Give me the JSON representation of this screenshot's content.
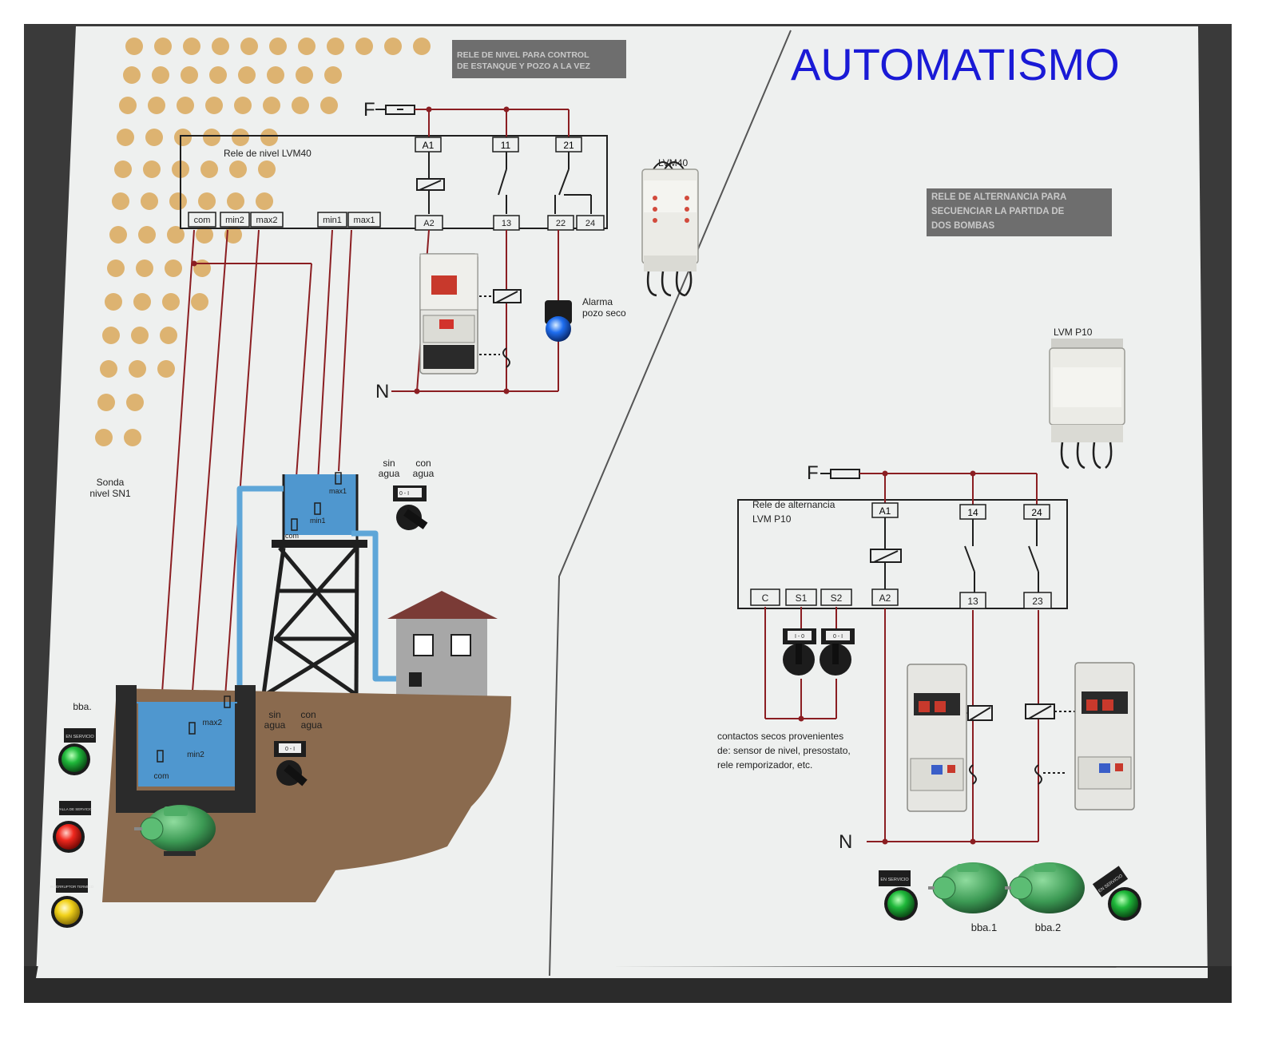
{
  "title": "AUTOMATISMO",
  "colors": {
    "title": "#1a1ad6",
    "wire": "#8b1e22",
    "line": "#1f1f1f",
    "pipe": "#5ea6d8",
    "water": "#4f97cf",
    "ground": "#8a6a4e",
    "dots": "#d9a85a",
    "board": "#eef0ef",
    "frame": "#3a3a3a",
    "led_green": "#1fb83a",
    "led_red": "#f0281e",
    "led_yellow": "#f2d21a",
    "led_blue": "#1f6ef0",
    "motor": "#3c9a54",
    "roof": "#7a3b36"
  },
  "left": {
    "placard": [
      "RELE DE NIVEL PARA CONTROL",
      "DE ESTANQUE Y POZO A LA VEZ"
    ],
    "supply_f": "F",
    "supply_n": "N",
    "relay_title": "Rele de nivel LVM40",
    "top_terminals": [
      "A1",
      "11",
      "21"
    ],
    "bottom_terminals": [
      "com",
      "min2",
      "max2",
      "min1",
      "max1",
      "A2",
      "13",
      "22",
      "24"
    ],
    "device_label": "LVM40",
    "alarm_label": [
      "Alarma",
      "pozo seco"
    ],
    "probe_label": [
      "Sonda",
      "nivel SN1"
    ],
    "tank_probes": [
      "max1",
      "min1",
      "com"
    ],
    "well_probes": [
      "max2",
      "min2",
      "com"
    ],
    "selector1": {
      "left": [
        "sin",
        "agua"
      ],
      "right": [
        "con",
        "agua"
      ],
      "plate": "0 - I"
    },
    "selector2": {
      "left": [
        "sin",
        "agua"
      ],
      "right": [
        "con",
        "agua"
      ],
      "plate": "0 - I"
    },
    "pump_label": "bba.",
    "lamp_plates": [
      "EN SERVICIO",
      "FALLA DE SERVICIO",
      "INTERRUPTOR TERMICO"
    ]
  },
  "right": {
    "placard": [
      "RELE DE ALTERNANCIA PARA",
      "SECUENCIAR LA PARTIDA DE",
      "DOS BOMBAS"
    ],
    "device_label": "LVM P10",
    "supply_f": "F",
    "supply_n": "N",
    "relay_title": [
      "Rele de alternancia",
      "LVM P10"
    ],
    "top_terminals": [
      "A1",
      "14",
      "24"
    ],
    "bottom_terminals": [
      "C",
      "S1",
      "S2",
      "A2",
      "13",
      "23"
    ],
    "switch_plates": [
      "I - 0",
      "0 - I"
    ],
    "contacts_note": [
      "contactos secos provenientes",
      "de: sensor de nivel, presostato,",
      "rele remporizador, etc."
    ],
    "pump_labels": [
      "bba.1",
      "bba.2"
    ],
    "lamp_plates": [
      "EN SERVICIO",
      "EN SERVICIO"
    ]
  }
}
